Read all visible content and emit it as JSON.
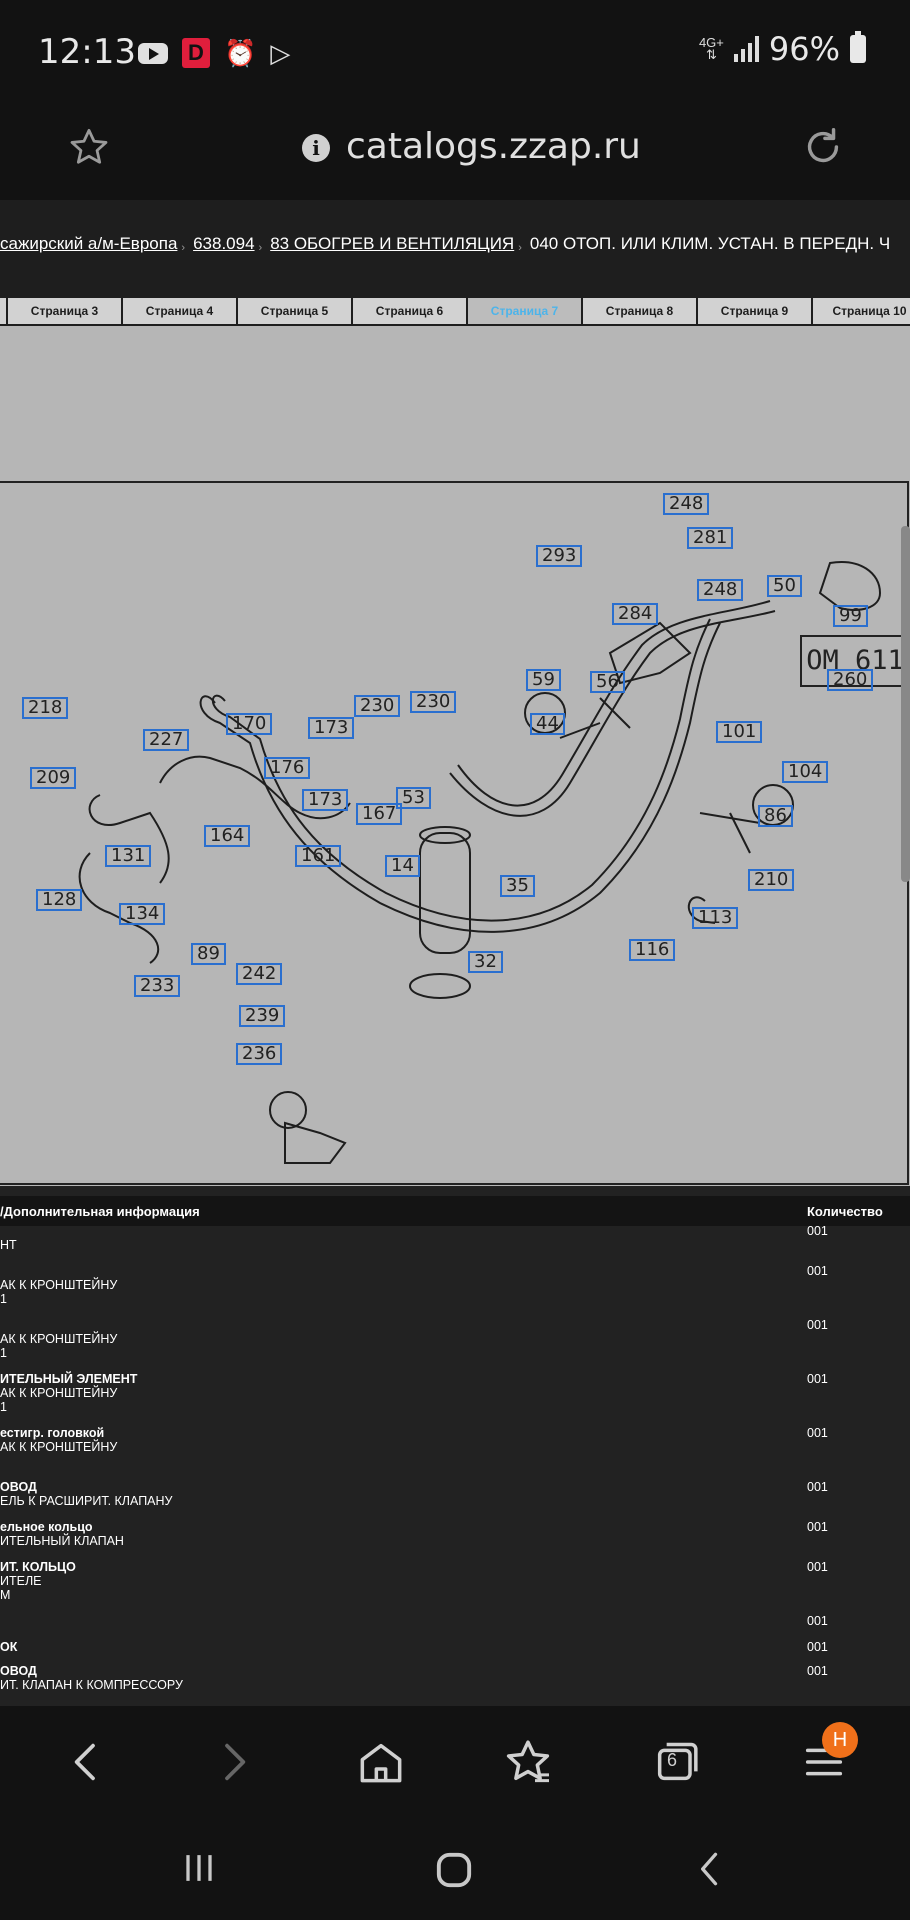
{
  "status_bar": {
    "time": "12:13",
    "network_type": "4G+",
    "battery": "96%"
  },
  "address_bar": {
    "url": "catalogs.zzap.ru"
  },
  "breadcrumb": {
    "items": [
      "сажирский а/м-Европа",
      "638.094",
      "83 ОБОГРЕВ И ВЕНТИЛЯЦИЯ"
    ],
    "current": "040 ОТОП. ИЛИ КЛИМ. УСТАН. В ПЕРЕДН. Ч"
  },
  "tabs": [
    {
      "label": ""
    },
    {
      "label": "Страница 3"
    },
    {
      "label": "Страница 4"
    },
    {
      "label": "Страница 5"
    },
    {
      "label": "Страница 6"
    },
    {
      "label": "Страница 7",
      "active": true
    },
    {
      "label": "Страница 8"
    },
    {
      "label": "Страница 9"
    },
    {
      "label": "Страница 10"
    }
  ],
  "diagram": {
    "engine_label": "OM 611",
    "callouts": [
      "248",
      "281",
      "293",
      "50",
      "248",
      "284",
      "99",
      "260",
      "59",
      "56",
      "44",
      "218",
      "230",
      "230",
      "170",
      "173",
      "227",
      "101",
      "104",
      "209",
      "176",
      "173",
      "53",
      "167",
      "86",
      "164",
      "161",
      "131",
      "14",
      "35",
      "210",
      "128",
      "134",
      "113",
      "116",
      "89",
      "32",
      "233",
      "242",
      "239",
      "236"
    ]
  },
  "table": {
    "col_description": "/Дополнительная информация",
    "col_quantity": "Количество",
    "rows": [
      {
        "lines": [
          "НТ"
        ],
        "bold": [],
        "qty": "001"
      },
      {
        "lines": [
          "АК К КРОНШТЕЙНУ",
          "1"
        ],
        "bold": [],
        "qty": "001"
      },
      {
        "lines": [
          "АК К КРОНШТЕЙНУ",
          "1"
        ],
        "bold": [],
        "qty": "001"
      },
      {
        "lines": [
          "ИТЕЛЬНЫЙ ЭЛЕМЕНТ",
          "АК К КРОНШТЕЙНУ",
          "1"
        ],
        "bold": [
          0
        ],
        "qty": "001"
      },
      {
        "lines": [
          "естигр. головкой",
          "АК К КРОНШТЕЙНУ"
        ],
        "bold": [
          0
        ],
        "qty": "001"
      },
      {
        "lines": [
          "ОВОД",
          "ЕЛЬ К РАСШИРИТ. КЛАПАНУ"
        ],
        "bold": [
          0
        ],
        "qty": "001"
      },
      {
        "lines": [
          "ельное кольцо",
          "ИТЕЛЬНЫЙ КЛАПАН"
        ],
        "bold": [
          0
        ],
        "qty": "001"
      },
      {
        "lines": [
          "ИТ. КОЛЬЦО",
          "ИТЕЛЕ",
          "М"
        ],
        "bold": [
          0
        ],
        "qty": "001"
      },
      {
        "lines": [
          ""
        ],
        "bold": [],
        "qty": "001"
      },
      {
        "lines": [
          "ОК"
        ],
        "bold": [
          0
        ],
        "qty": "001"
      },
      {
        "lines": [
          "ОВОД",
          "ИТ. КЛАПАН К КОМПРЕССОРУ"
        ],
        "bold": [
          0
        ],
        "qty": "001"
      }
    ]
  },
  "bottom_nav": {
    "tabs_count": "6",
    "menu_badge": "H"
  }
}
